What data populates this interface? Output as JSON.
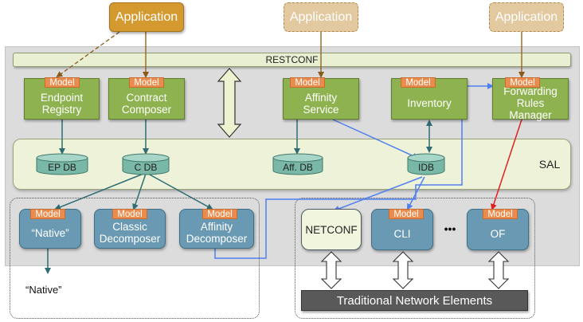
{
  "applications": {
    "left": "Application",
    "middle": "Application",
    "right": "Application"
  },
  "restconf": "RESTCONF",
  "sal": "SAL",
  "model_tag": "Model",
  "services": {
    "endpoint_registry": "Endpoint Registry",
    "contract_composer": "Contract Composer",
    "affinity_service": "Affinity Service",
    "inventory": "Inventory",
    "forwarding_rules_manager": "Forwarding Rules Manager"
  },
  "databases": {
    "ep_db": "EP DB",
    "c_db": "C DB",
    "aff_db": "Aff. DB",
    "idb": "IDB"
  },
  "decomposers": {
    "native": "“Native”",
    "classic": "Classic Decomposer",
    "affinity": "Affinity Decomposer"
  },
  "southbound": {
    "netconf": "NETCONF",
    "cli": "CLI",
    "ellipsis": "•••",
    "of": "OF"
  },
  "native_output": "“Native”",
  "traditional_network_elements": "Traditional Network Elements",
  "colors": {
    "application": "#d59a2f",
    "application_ghost": "#e3c9a0",
    "model_tag": "#ea8c4d",
    "service_box": "#8db24f",
    "decomposer_box": "#6a9ab3",
    "sal_bar": "#eef2d8",
    "background_panel": "#dcdcdc",
    "teal_arrow": "#2f6d73",
    "blue_arrow": "#4f7ff0",
    "red_arrow": "#e02020"
  }
}
